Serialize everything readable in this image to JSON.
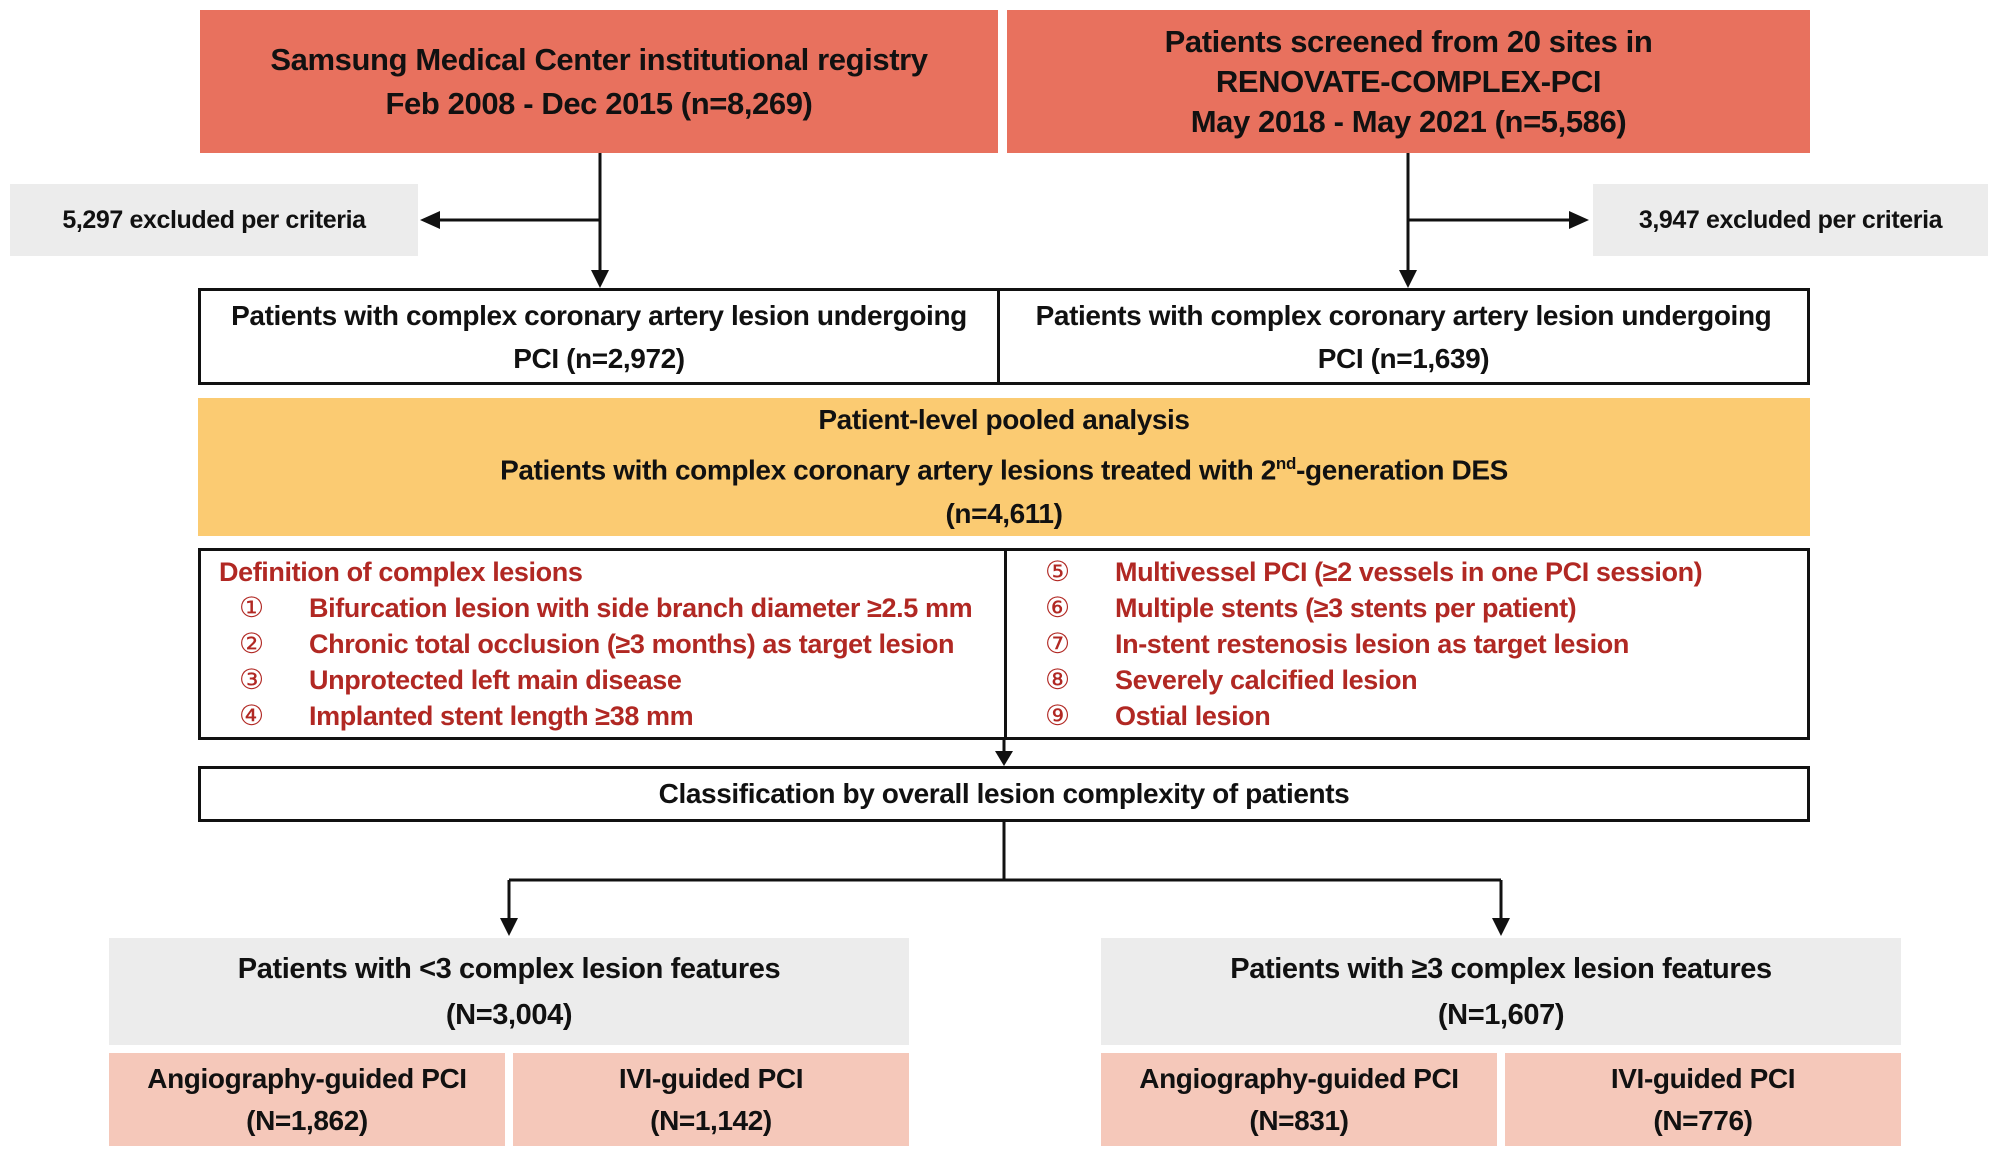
{
  "colors": {
    "salmon": "#E8715E",
    "yellow": "#FBCB72",
    "pink": "#F5C8BA",
    "gray": "#ECECEC",
    "dark_red": "#B12823"
  },
  "registries": {
    "left": {
      "line1": "Samsung Medical Center institutional registry",
      "line2": "Feb 2008 - Dec 2015 (n=8,269)"
    },
    "right": {
      "line1": "Patients screened from 20 sites in",
      "line2": "RENOVATE-COMPLEX-PCI",
      "line3": "May 2018 - May 2021 (n=5,586)"
    }
  },
  "exclusions": {
    "left": "5,297 excluded per criteria",
    "right": "3,947 excluded per criteria"
  },
  "undergoing": {
    "left": {
      "line1": "Patients with complex coronary artery lesion undergoing",
      "line2": "PCI (n=2,972)"
    },
    "right": {
      "line1": "Patients with complex coronary artery lesion undergoing",
      "line2": "PCI (n=1,639)"
    }
  },
  "pooled": {
    "line1": "Patient-level pooled analysis",
    "line2_prefix": "Patients with complex coronary artery lesions treated with 2",
    "line2_sup": "nd",
    "line2_suffix": "-generation DES",
    "line3": "(n=4,611)"
  },
  "definitions": {
    "title": "Definition of complex lesions",
    "left_items": [
      {
        "num": "①",
        "text": "Bifurcation lesion with side branch diameter ≥2.5 mm"
      },
      {
        "num": "②",
        "text": "Chronic total occlusion (≥3 months) as target lesion"
      },
      {
        "num": "③",
        "text": "Unprotected left main disease"
      },
      {
        "num": "④",
        "text": "Implanted stent length ≥38 mm"
      }
    ],
    "right_items": [
      {
        "num": "⑤",
        "text": "Multivessel PCI (≥2 vessels in one PCI session)"
      },
      {
        "num": "⑥",
        "text": "Multiple stents (≥3 stents per patient)"
      },
      {
        "num": "⑦",
        "text": "In-stent restenosis lesion as target lesion"
      },
      {
        "num": "⑧",
        "text": "Severely calcified lesion"
      },
      {
        "num": "⑨",
        "text": "Ostial lesion"
      }
    ]
  },
  "classification": {
    "label": "Classification by overall lesion complexity of patients"
  },
  "groups": {
    "left": {
      "line1": "Patients with <3 complex lesion features",
      "line2": "(N=3,004)",
      "arms": [
        {
          "line1": "Angiography-guided PCI",
          "line2": "(N=1,862)"
        },
        {
          "line1": "IVI-guided PCI",
          "line2": "(N=1,142)"
        }
      ]
    },
    "right": {
      "line1": "Patients with ≥3 complex lesion features",
      "line2": "(N=1,607)",
      "arms": [
        {
          "line1": "Angiography-guided PCI",
          "line2": "(N=831)"
        },
        {
          "line1": "IVI-guided PCI",
          "line2": "(N=776)"
        }
      ]
    }
  }
}
